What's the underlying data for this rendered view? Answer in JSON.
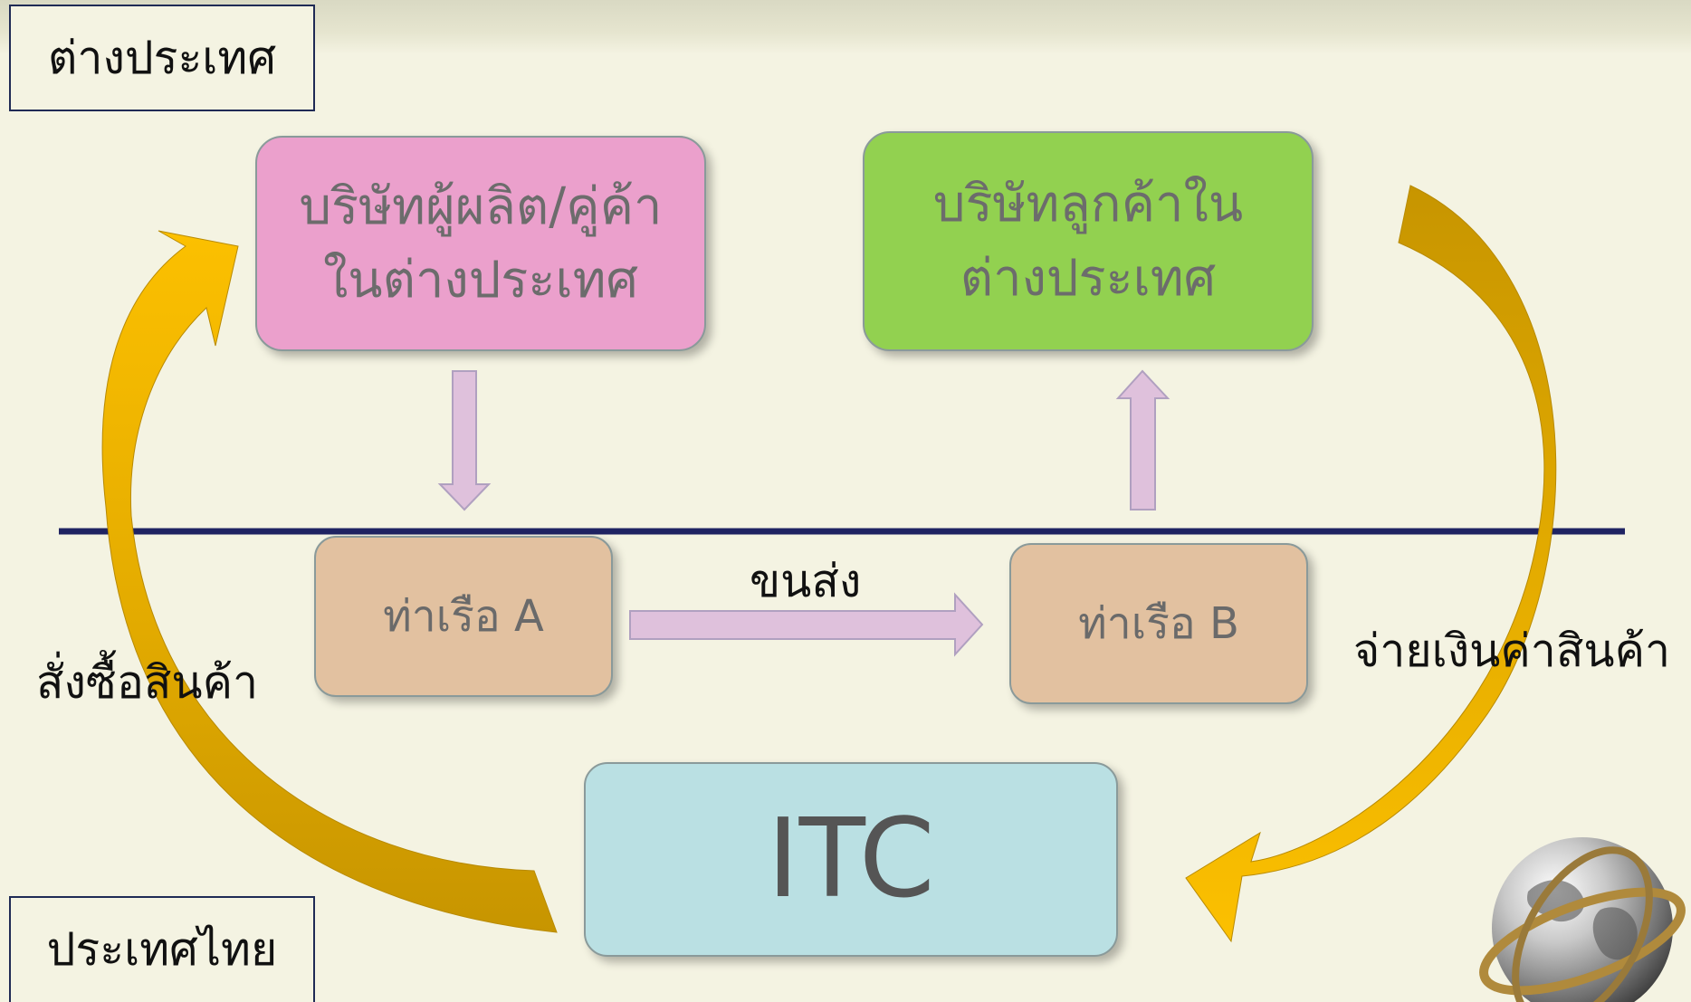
{
  "regions": {
    "foreign": "ต่างประเทศ",
    "thailand": "ประเทศไทย"
  },
  "boxes": {
    "supplier": {
      "line1": "บริษัทผู้ผลิต/คู่ค้า",
      "line2": "ในต่างประเทศ"
    },
    "customer": {
      "line1": "บริษัทลูกค้าใน",
      "line2": "ต่างประเทศ"
    },
    "port_a": "ท่าเรือ A",
    "port_b": "ท่าเรือ B",
    "itc": "ITC"
  },
  "arrows": {
    "transport": "ขนส่ง",
    "order": "สั่งซื้อสินค้า",
    "payment": "จ่ายเงินค่าสินค้า"
  },
  "colors": {
    "supplier_fill": "#eba0cc",
    "customer_fill": "#92d150",
    "port_fill": "#e2c1a0",
    "itc_fill": "#bae0e3",
    "divider": "#1f2362",
    "small_arrow": "#dfc1dc",
    "curved_arrow_light": "#fcc000",
    "curved_arrow_dark": "#c79500"
  }
}
